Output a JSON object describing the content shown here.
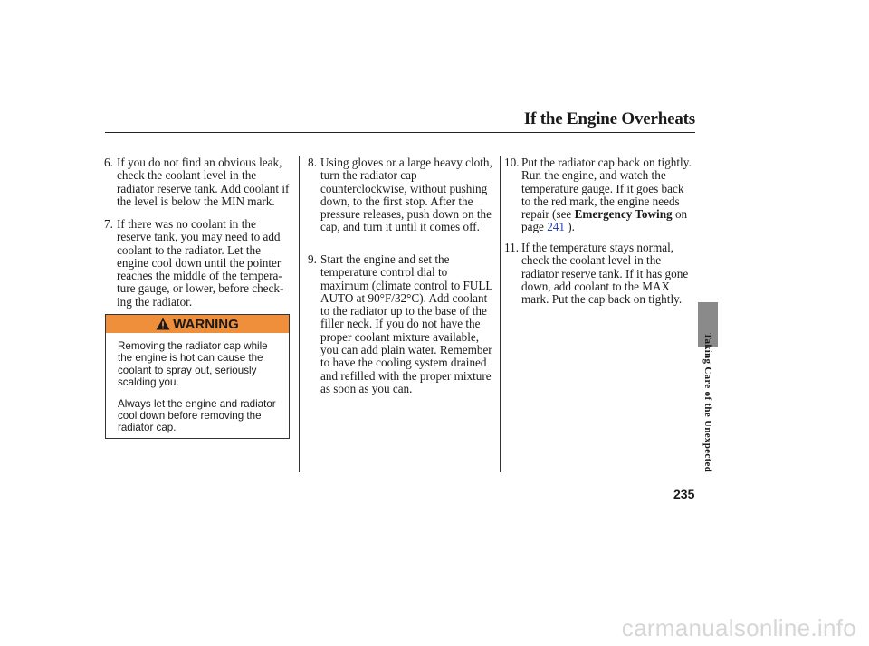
{
  "header": {
    "title": "If the Engine Overheats"
  },
  "column1": {
    "items": [
      {
        "number": "6.",
        "text": "If you do not find an obvious leak, check the coolant level in the radiator reserve tank. Add coolant if the level is below the MIN mark."
      },
      {
        "number": "7.",
        "text": "If there was no coolant in the reserve tank, you may need to add coolant to the radiator. Let the engine cool down until the pointer reaches the middle of the tempera- ture gauge, or lower, before check- ing the radiator."
      }
    ]
  },
  "warning": {
    "label": "WARNING",
    "icon": "warning-triangle-icon",
    "header_color": "#ef8f3c",
    "paragraphs": [
      "Removing the radiator cap while the engine is hot can cause the coolant to spray out, seriously scalding you.",
      "Always let the engine and radiator cool down before removing the radiator cap."
    ]
  },
  "column2": {
    "items": [
      {
        "number": "8.",
        "text": "Using gloves or a large heavy cloth, turn the radiator cap counterclockwise, without pushing down, to the first stop. After the pressure releases, push down on the cap, and turn it until it comes off."
      },
      {
        "number": "9.",
        "text": "Start the engine and set the temperature control dial to maximum (climate control to FULL AUTO at 90°F/32°C). Add coolant to the radiator up to the base of the filler neck. If you do not have the proper coolant mixture available, you can add plain water. Remember to have the cooling system drained and refilled with the proper mixture as soon as you can."
      }
    ]
  },
  "column3": {
    "item10": {
      "number": "10.",
      "text": "Put the radiator cap back on tightly. Run the engine, and watch the temperature gauge. If it goes back to the red mark, the engine needs repair (see",
      "ref_label": "Emergency Towing",
      "ref_prefix": "on page",
      "ref_page": "241",
      "ref_suffix": ")."
    },
    "item11": {
      "number": "11.",
      "text": "If the temperature stays normal, check the coolant level in the radiator reserve tank. If it has gone down, add coolant to the MAX mark. Put the cap back on tightly."
    }
  },
  "side": {
    "section": "Taking Care of the Unexpected",
    "tab_color": "#8a8a8a"
  },
  "footer": {
    "page_number": "235",
    "watermark": "carmanualsonline.info"
  },
  "colors": {
    "link": "#2a3fb0"
  }
}
